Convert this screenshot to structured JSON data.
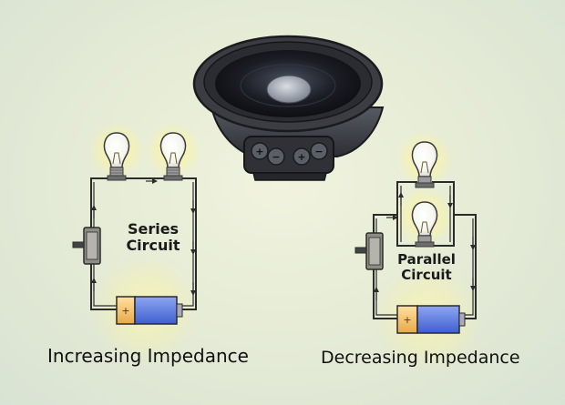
{
  "series_circuit": {
    "label_line1": "Series",
    "label_line2": "Circuit",
    "caption": "Increasing Impedance",
    "battery_sign": "+"
  },
  "parallel_circuit": {
    "label_line1": "Parallel",
    "label_line2": "Circuit",
    "caption": "Decreasing Impedance",
    "battery_sign": "+"
  },
  "speaker": {
    "terminal_signs": [
      "+",
      "−",
      "+",
      "−"
    ]
  },
  "colors": {
    "wire": "#2b2b2b",
    "battery_blue": "#5a7de0",
    "battery_cap": "#f2c66b",
    "speaker_body": "#3b3d42",
    "glow": "#fff8a0"
  }
}
